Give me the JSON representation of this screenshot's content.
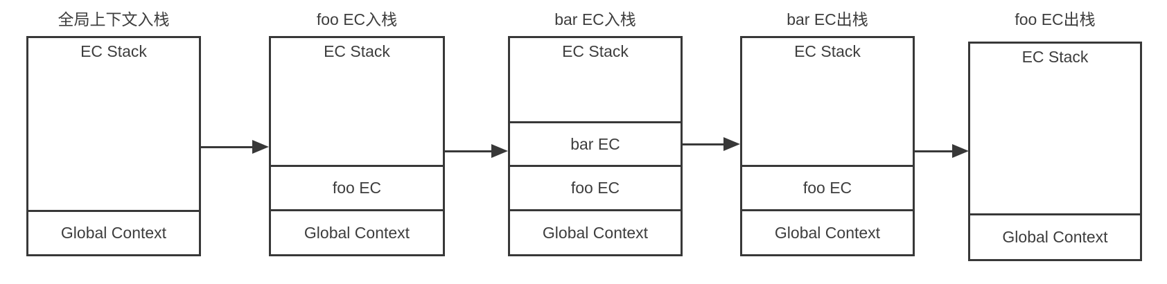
{
  "colors": {
    "line": "#383838",
    "text": "#3d3d3d",
    "background": "#ffffff"
  },
  "panels": [
    {
      "title": "全局上下文入栈",
      "stack_label": "EC Stack",
      "segments": [
        {
          "label": "Global Context"
        }
      ]
    },
    {
      "title": "foo EC入栈",
      "stack_label": "EC Stack",
      "segments": [
        {
          "label": "foo EC"
        },
        {
          "label": "Global Context"
        }
      ]
    },
    {
      "title": "bar EC入栈",
      "stack_label": "EC Stack",
      "segments": [
        {
          "label": "bar EC"
        },
        {
          "label": "foo EC"
        },
        {
          "label": "Global Context"
        }
      ]
    },
    {
      "title": "bar EC出栈",
      "stack_label": "EC Stack",
      "segments": [
        {
          "label": "foo EC"
        },
        {
          "label": "Global Context"
        }
      ]
    },
    {
      "title": "foo EC出栈",
      "stack_label": "EC Stack",
      "segments": [
        {
          "label": "Global Context"
        }
      ]
    }
  ]
}
